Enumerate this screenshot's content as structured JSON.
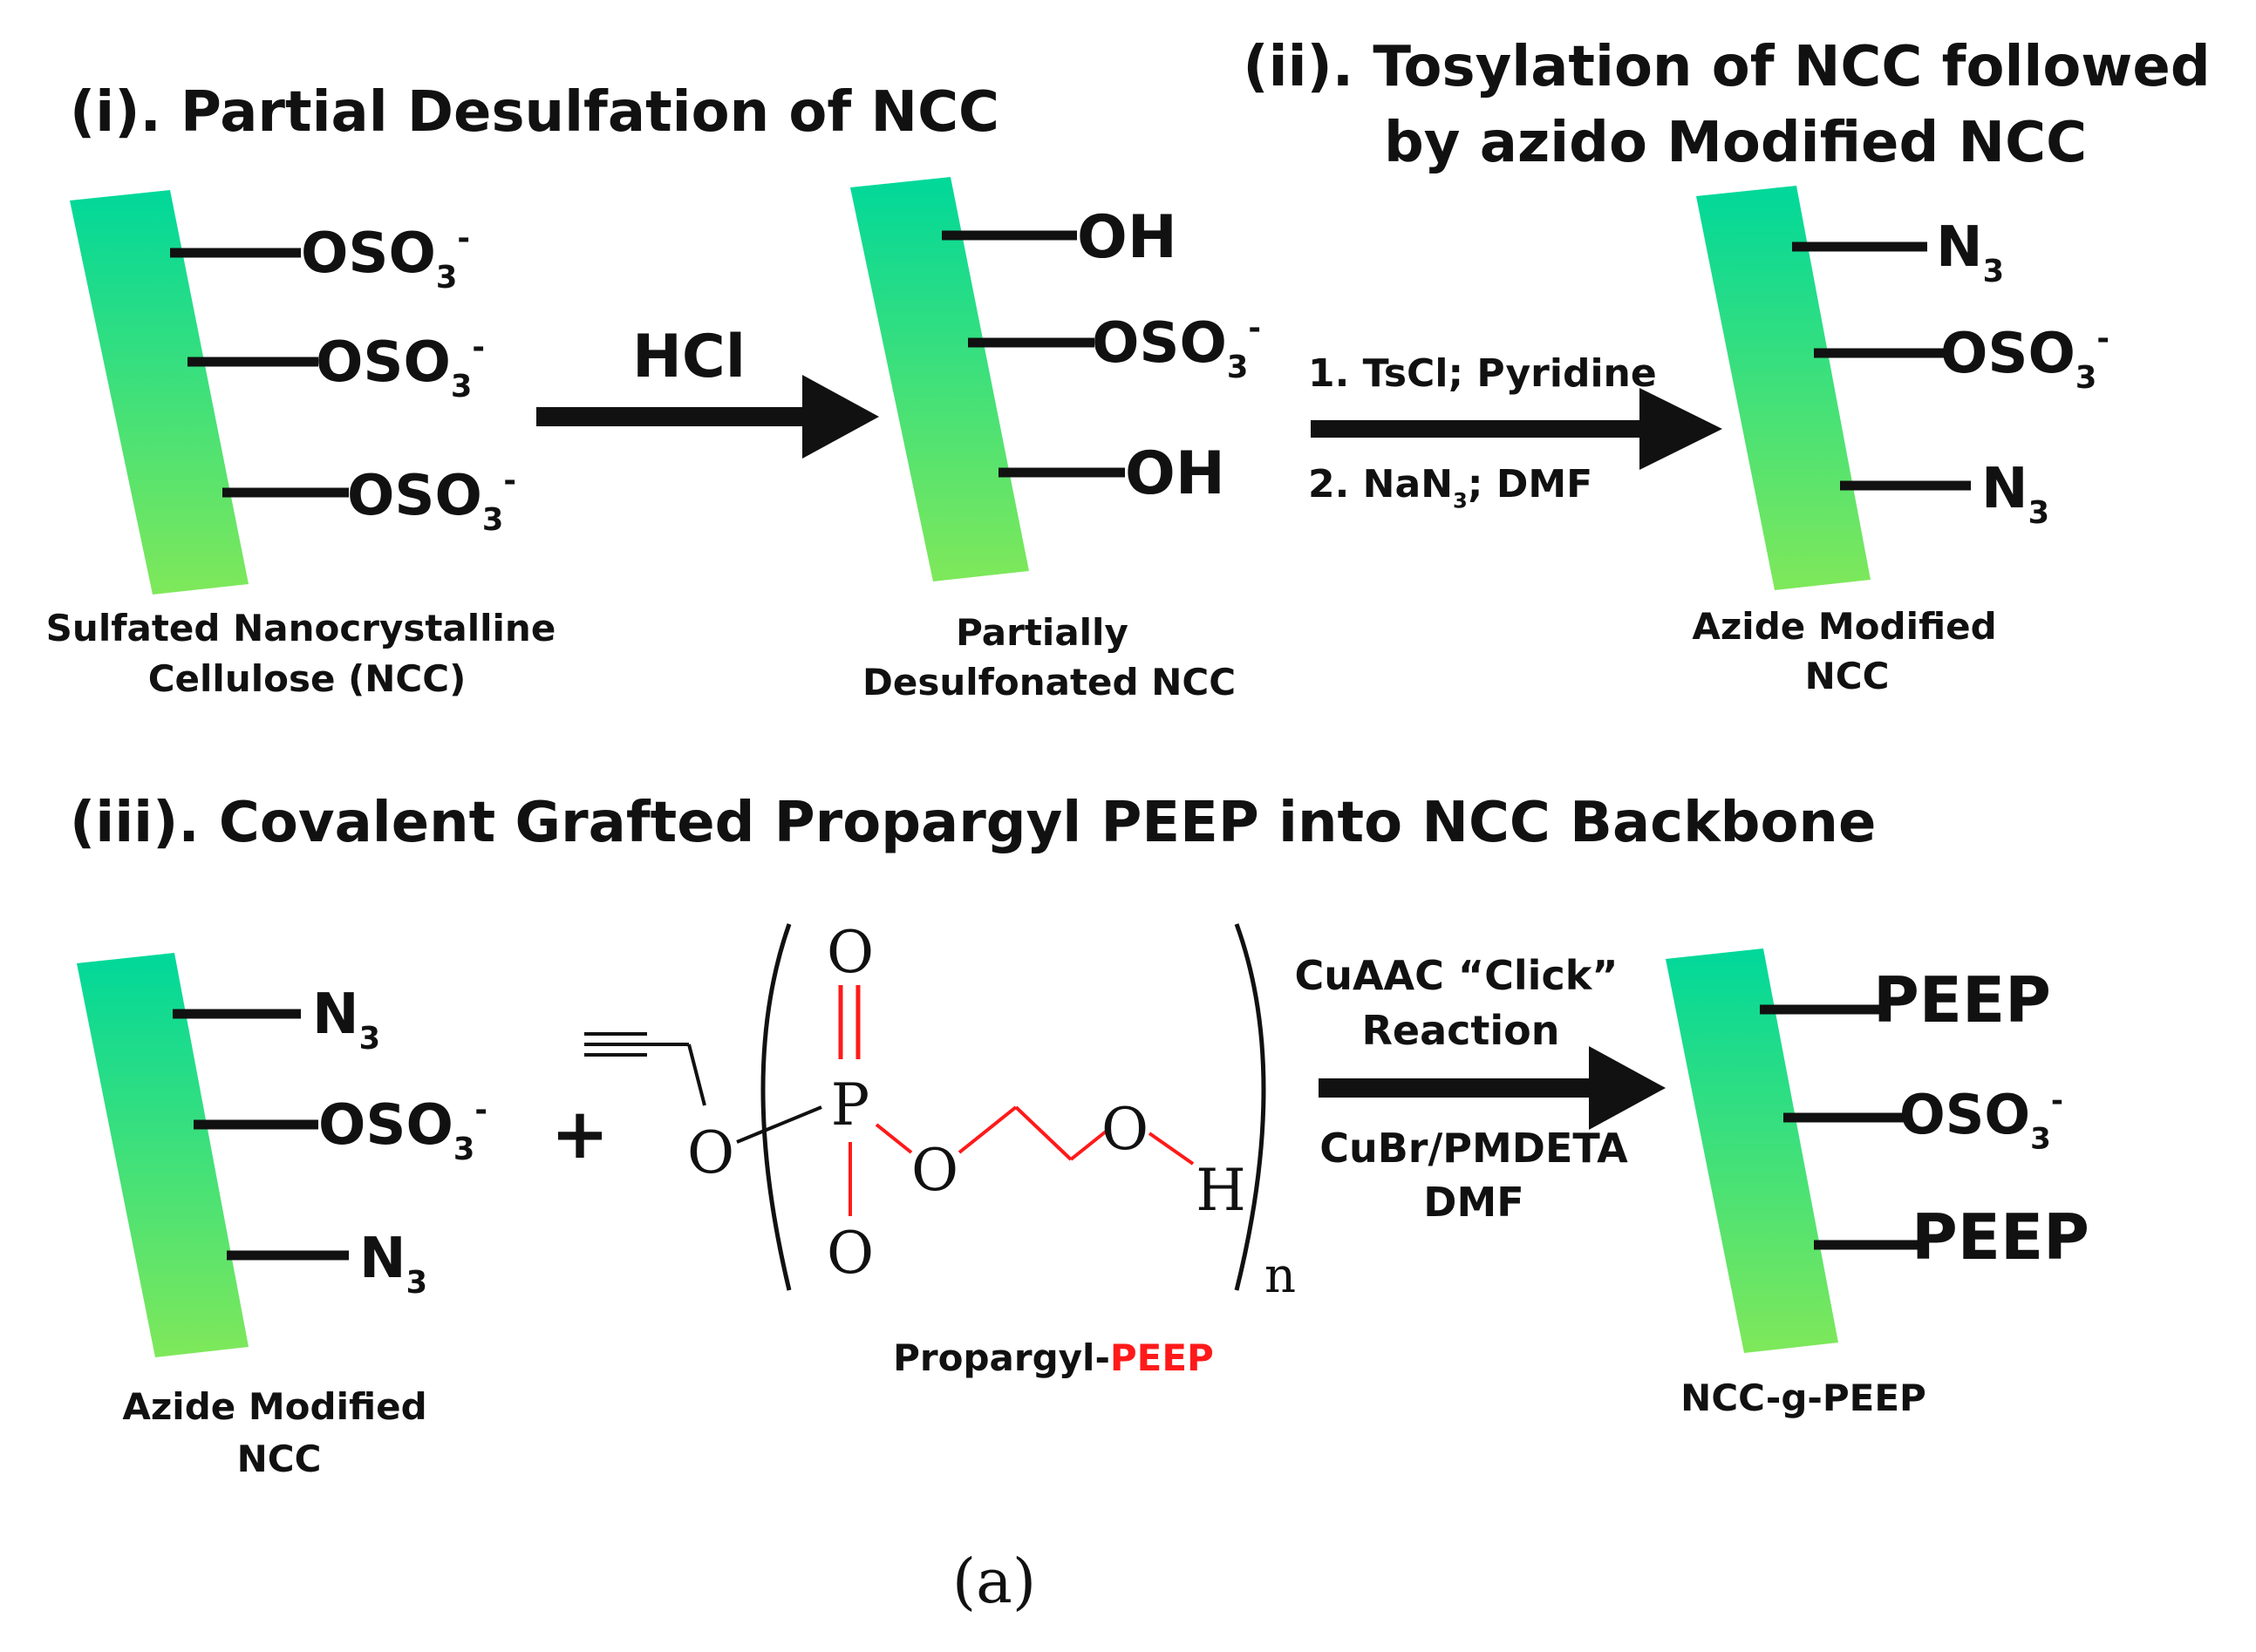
{
  "colors": {
    "rod_top": "#00d89a",
    "rod_bottom": "#7fe85a",
    "accent": "#ff1a1a",
    "ink": "#111111"
  },
  "section1": {
    "title": "(i). Partial Desulfation of NCC",
    "start": {
      "groups": [
        "OSO3-",
        "OSO3-",
        "OSO3-"
      ],
      "caption": [
        "Sulfated Nanocrystalline",
        "Cellulose (NCC)"
      ]
    },
    "reagent": "HCl",
    "product": {
      "groups": [
        "OH",
        "OSO3-",
        "OH"
      ],
      "caption": [
        "Partially",
        "Desulfonated NCC"
      ]
    }
  },
  "section2": {
    "title": [
      "(ii). Tosylation of NCC followed",
      "by azido Modified NCC"
    ],
    "reagent_top": "1. TsCl; Pyridine",
    "reagent_bottom": "2. NaN3; DMF",
    "product": {
      "groups": [
        "N3",
        "OSO3-",
        "N3"
      ],
      "caption": [
        "Azide Modified",
        "NCC"
      ]
    }
  },
  "section3": {
    "title": "(iii). Covalent Grafted Propargyl PEEP into NCC Backbone",
    "start": {
      "groups": [
        "N3",
        "OSO3-",
        "N3"
      ],
      "caption": [
        "Azide Modified",
        "NCC"
      ]
    },
    "plus": "+",
    "molecule": {
      "atoms": {
        "o_ether": "O",
        "p": "P",
        "o_double": "O",
        "o_bottom": "O",
        "o_ester": "O",
        "o_hydroxyl": "O",
        "h": "H"
      },
      "repeat": "n",
      "caption_prefix": "Propargyl-",
      "caption_highlight": "PEEP"
    },
    "reagent_top": [
      "CuAAC “Click”",
      "Reaction"
    ],
    "reagent_bottom": [
      "CuBr/PMDETA",
      "DMF"
    ],
    "product": {
      "groups": [
        "PEEP",
        "OSO3-",
        "PEEP"
      ],
      "caption": [
        "NCC-g-PEEP"
      ]
    }
  },
  "panel_label": "(a)"
}
